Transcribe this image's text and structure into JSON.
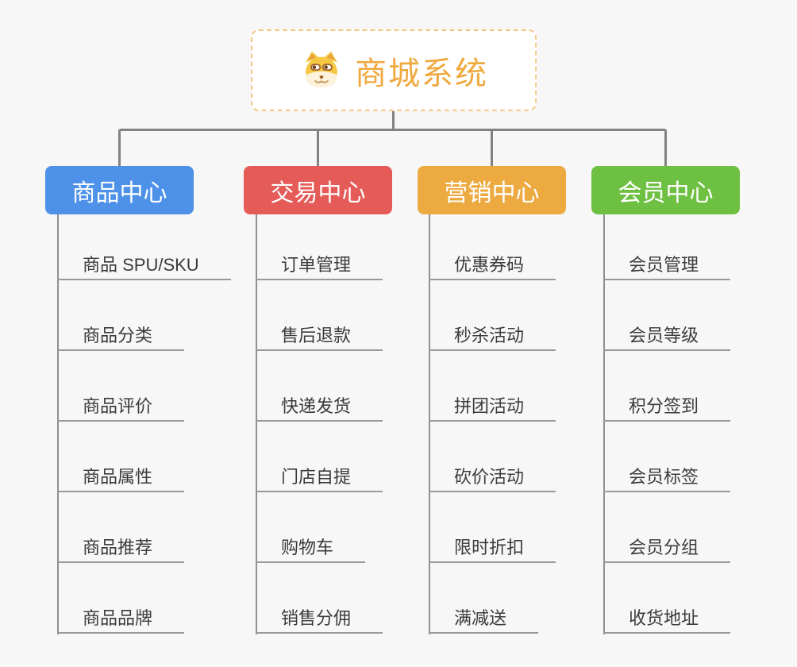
{
  "page": {
    "background_color": "#f7f7f7",
    "connector_color": "#828282",
    "trunk_color": "#909090",
    "underline_color": "#999999",
    "leaf_text_color": "#3b3b3b"
  },
  "root": {
    "title": "商城系统",
    "icon": "doge-icon",
    "text_color": "#efa93f",
    "border_color": "#f3c987",
    "background_color": "#ffffff"
  },
  "branches": [
    {
      "label": "商品中心",
      "color": "#4d91e8",
      "items": [
        "商品 SPU/SKU",
        "商品分类",
        "商品评价",
        "商品属性",
        "商品推荐",
        "商品品牌"
      ]
    },
    {
      "label": "交易中心",
      "color": "#e45b58",
      "items": [
        "订单管理",
        "售后退款",
        "快递发货",
        "门店自提",
        "购物车",
        "销售分佣"
      ]
    },
    {
      "label": "营销中心",
      "color": "#ecaa41",
      "items": [
        "优惠券码",
        "秒杀活动",
        "拼团活动",
        "砍价活动",
        "限时折扣",
        "满减送"
      ]
    },
    {
      "label": "会员中心",
      "color": "#6ec043",
      "items": [
        "会员管理",
        "会员等级",
        "积分签到",
        "会员标签",
        "会员分组",
        "收货地址"
      ]
    }
  ]
}
